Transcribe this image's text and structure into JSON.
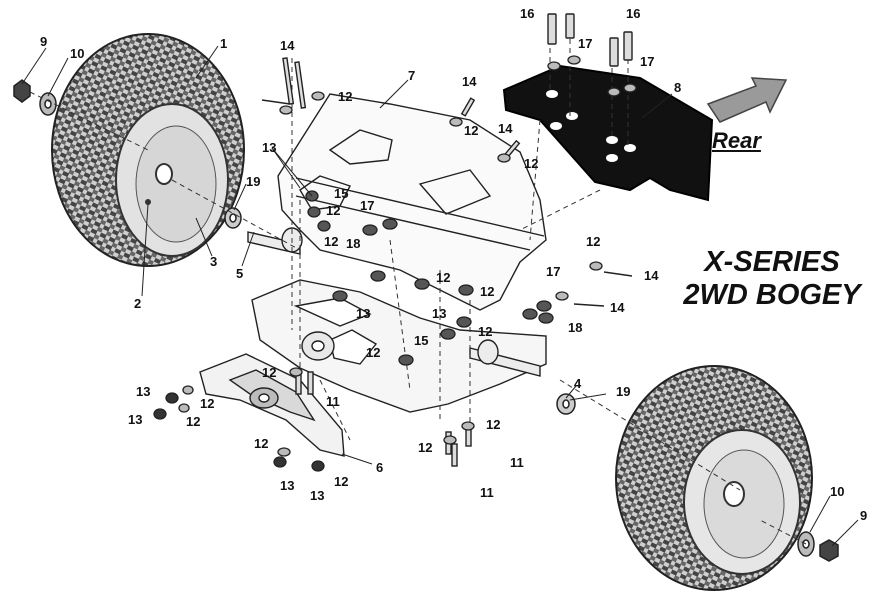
{
  "diagram": {
    "title_line1": "X-SERIES",
    "title_line2": "2WD BOGEY",
    "direction_label": "Rear",
    "callouts": [
      {
        "id": "c1",
        "text": "1"
      },
      {
        "id": "c2",
        "text": "2"
      },
      {
        "id": "c3",
        "text": "3"
      },
      {
        "id": "c4",
        "text": "4"
      },
      {
        "id": "c5",
        "text": "5"
      },
      {
        "id": "c6",
        "text": "6"
      },
      {
        "id": "c7",
        "text": "7"
      },
      {
        "id": "c8",
        "text": "8"
      },
      {
        "id": "c9a",
        "text": "9"
      },
      {
        "id": "c9b",
        "text": "9"
      },
      {
        "id": "c10a",
        "text": "10"
      },
      {
        "id": "c10b",
        "text": "10"
      },
      {
        "id": "c11a",
        "text": "11"
      },
      {
        "id": "c11b",
        "text": "11"
      },
      {
        "id": "c11c",
        "text": "11"
      },
      {
        "id": "c12a",
        "text": "12"
      },
      {
        "id": "c12b",
        "text": "12"
      },
      {
        "id": "c12c",
        "text": "12"
      },
      {
        "id": "c12d",
        "text": "12"
      },
      {
        "id": "c12e",
        "text": "12"
      },
      {
        "id": "c12f",
        "text": "12"
      },
      {
        "id": "c12g",
        "text": "12"
      },
      {
        "id": "c12h",
        "text": "12"
      },
      {
        "id": "c12i",
        "text": "12"
      },
      {
        "id": "c12j",
        "text": "12"
      },
      {
        "id": "c12k",
        "text": "12"
      },
      {
        "id": "c12l",
        "text": "12"
      },
      {
        "id": "c12m",
        "text": "12"
      },
      {
        "id": "c12n",
        "text": "12"
      },
      {
        "id": "c12o",
        "text": "12"
      },
      {
        "id": "c12p",
        "text": "12"
      },
      {
        "id": "c12q",
        "text": "12"
      },
      {
        "id": "c13a",
        "text": "13"
      },
      {
        "id": "c13b",
        "text": "13"
      },
      {
        "id": "c13c",
        "text": "13"
      },
      {
        "id": "c13d",
        "text": "13"
      },
      {
        "id": "c13e",
        "text": "13"
      },
      {
        "id": "c13f",
        "text": "13"
      },
      {
        "id": "c13g",
        "text": "13"
      },
      {
        "id": "c14a",
        "text": "14"
      },
      {
        "id": "c14b",
        "text": "14"
      },
      {
        "id": "c14c",
        "text": "14"
      },
      {
        "id": "c14d",
        "text": "14"
      },
      {
        "id": "c14e",
        "text": "14"
      },
      {
        "id": "c15a",
        "text": "15"
      },
      {
        "id": "c15b",
        "text": "15"
      },
      {
        "id": "c16a",
        "text": "16"
      },
      {
        "id": "c16b",
        "text": "16"
      },
      {
        "id": "c17a",
        "text": "17"
      },
      {
        "id": "c17b",
        "text": "17"
      },
      {
        "id": "c17c",
        "text": "17"
      },
      {
        "id": "c17d",
        "text": "17"
      },
      {
        "id": "c18a",
        "text": "18"
      },
      {
        "id": "c18b",
        "text": "18"
      },
      {
        "id": "c19a",
        "text": "19"
      },
      {
        "id": "c19b",
        "text": "19"
      }
    ]
  }
}
